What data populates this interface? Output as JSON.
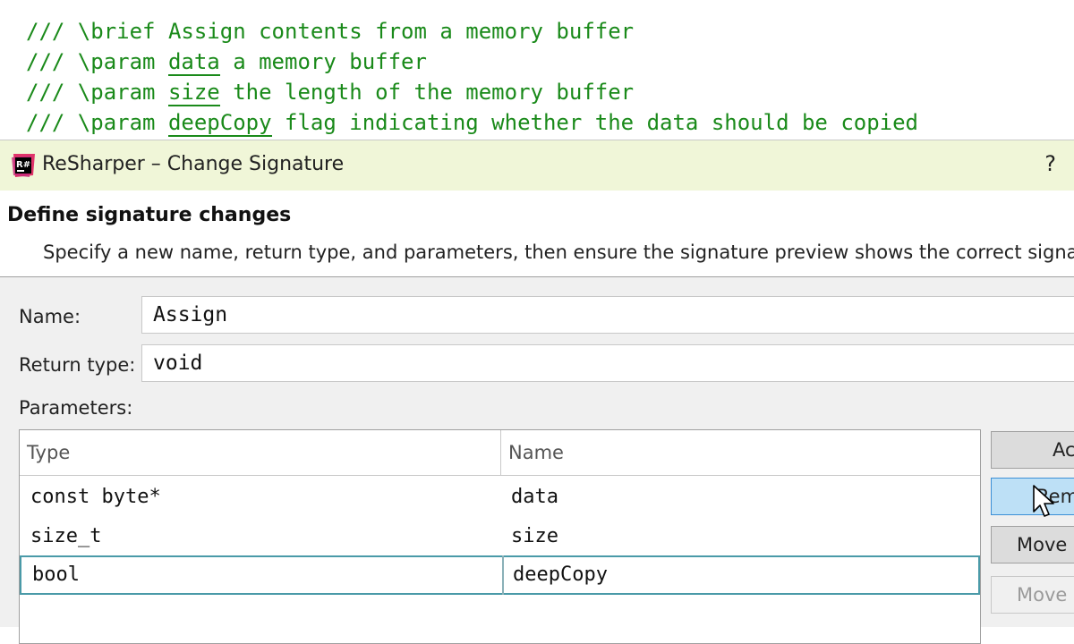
{
  "code": {
    "line1": "/// \\brief Assign contents from a memory buffer",
    "line2_prefix": "/// \\param ",
    "line2_param": "data",
    "line2_suffix": " a memory buffer",
    "line3_prefix": "/// \\param ",
    "line3_param": "size",
    "line3_suffix": " the length of the memory buffer",
    "line4_prefix": "/// \\param ",
    "line4_param": "deepCopy",
    "line4_suffix": " flag indicating whether the data should be copied"
  },
  "dialog": {
    "title": "ReSharper – Change Signature",
    "help": "?",
    "app_icon_text": "R#",
    "header_title": "Define signature changes",
    "header_desc": "Specify a new name, return type, and parameters, then ensure the signature preview shows the correct signa"
  },
  "form": {
    "name_label": "Name:",
    "name_value": "Assign",
    "return_label": "Return type:",
    "return_value": "void",
    "params_label": "Parameters:"
  },
  "table": {
    "columns": [
      "Type",
      "Name"
    ],
    "rows": [
      {
        "type": "const byte*",
        "name": "data"
      },
      {
        "type": "size_t",
        "name": "size"
      },
      {
        "type": "bool",
        "name": "deepCopy"
      }
    ]
  },
  "buttons": {
    "add": "Ac",
    "remove": "Rem",
    "move_up": "Move",
    "move_down": "Move"
  },
  "icons": {
    "app": "resharper-icon",
    "cursor": "mouse-pointer-icon"
  },
  "colors": {
    "comment": "#1a8a1a",
    "titlebar": "#f0f6d8",
    "selection_border": "#4a9aa8",
    "hover_button": "#bde0f6"
  }
}
